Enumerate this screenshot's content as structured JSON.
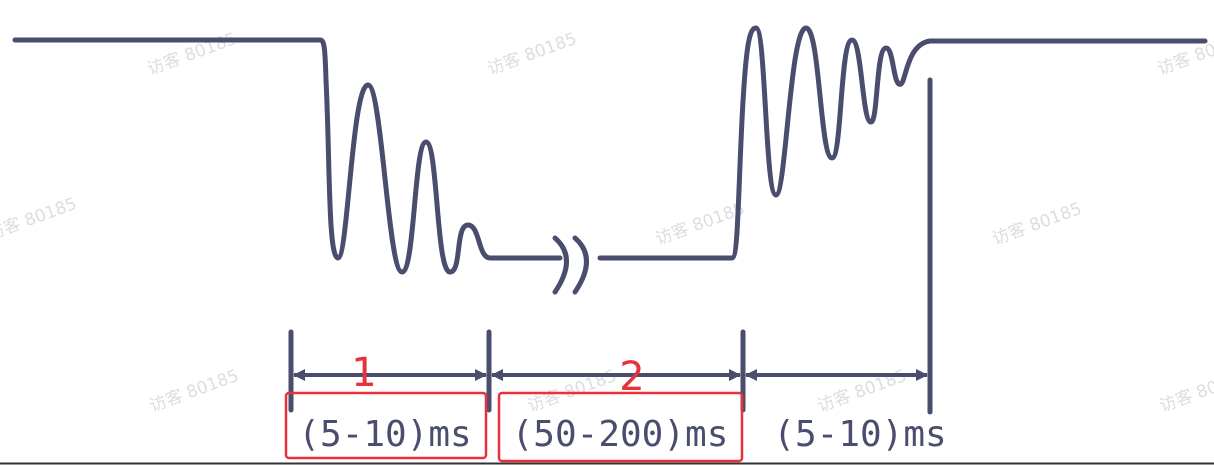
{
  "watermark": "访客 80185",
  "colors": {
    "waveform": "#4a4d6e",
    "highlight": "#e8313a",
    "watermark": "#dcdde2"
  },
  "segments": [
    {
      "duration_label": "(5-10)ms",
      "marker": "1",
      "highlighted": true
    },
    {
      "duration_label": "(50-200)ms",
      "marker": "2",
      "highlighted": true
    },
    {
      "duration_label": "(5-10)ms",
      "marker": "",
      "highlighted": false
    }
  ]
}
